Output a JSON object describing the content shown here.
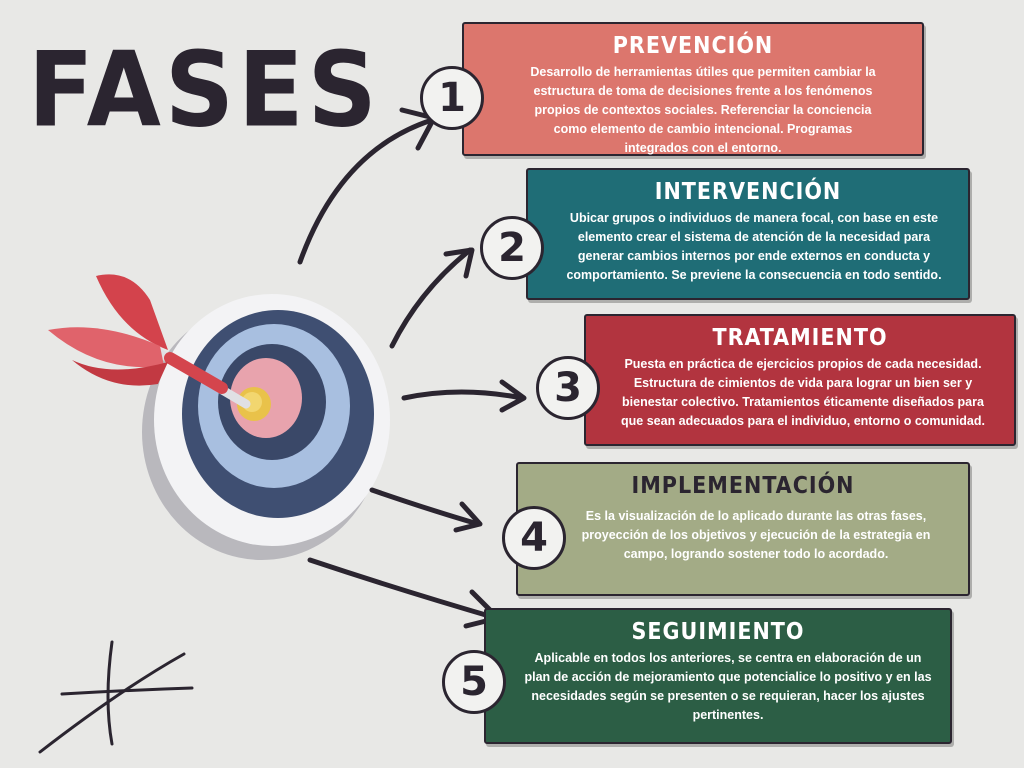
{
  "title": "FASES",
  "colors": {
    "background": "#e8e8e6",
    "ink": "#2b2530",
    "phase1": "#dc766d",
    "phase2": "#1f6d76",
    "phase3": "#b2343f",
    "phase4": "#a3ab86",
    "phase5": "#2c5e45"
  },
  "phases": [
    {
      "number": "1",
      "title": "PREVENCIÓN",
      "text": "Desarrollo de herramientas útiles que permiten cambiar la estructura de toma de decisiones frente a los fenómenos propios de contextos sociales. Referenciar la conciencia como elemento de cambio intencional. Programas integrados con el entorno."
    },
    {
      "number": "2",
      "title": "INTERVENCIÓN",
      "text": "Ubicar grupos o individuos de manera focal, con base en este elemento crear el sistema de atención de la necesidad para generar cambios internos por ende externos en conducta y comportamiento. Se previene la consecuencia en todo sentido."
    },
    {
      "number": "3",
      "title": "TRATAMIENTO",
      "text": "Puesta en práctica de ejercicios propios de cada necesidad. Estructura de cimientos de vida para lograr un bien ser y bienestar colectivo. Tratamientos éticamente diseñados para que sean adecuados para el individuo, entorno o comunidad."
    },
    {
      "number": "4",
      "title": "IMPLEMENTACIÓN",
      "text": "Es la visualización de lo aplicado durante las otras fases, proyección de los objetivos y ejecución de la estrategia en campo, logrando sostener todo lo acordado."
    },
    {
      "number": "5",
      "title": "SEGUIMIENTO",
      "text": "Aplicable en todos los anteriores, se centra en elaboración de un plan de acción de mejoramiento que potencialice lo positivo y en las necesidades según se presenten o se requieran, hacer los ajustes pertinentes."
    }
  ]
}
